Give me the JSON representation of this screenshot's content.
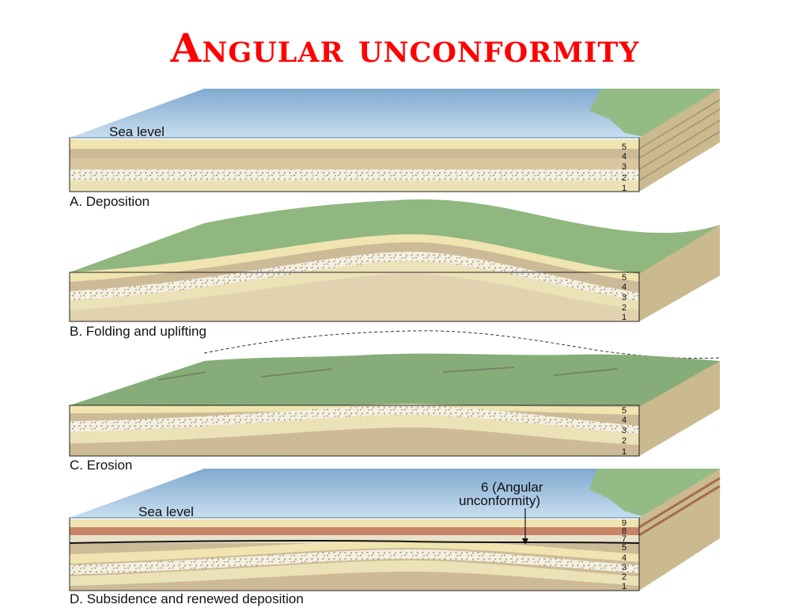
{
  "title": "Angular unconformity",
  "colors": {
    "title": "#ff0000",
    "sea": "#a9cbe6",
    "land": "#8fb77f",
    "layer_light": "#f0e4b0",
    "layer_tan": "#cdbb98",
    "layer_sand": "#e9e1c9",
    "layer_red": "#c8856a"
  },
  "panels": [
    {
      "caption": "A. Deposition",
      "sea_label": "Sea level",
      "layers": [
        "5",
        "4",
        "3",
        "2",
        "1"
      ]
    },
    {
      "caption": "B. Folding and uplifting",
      "layers": [
        "5",
        "4",
        "3",
        "2",
        "1"
      ]
    },
    {
      "caption": "C. Erosion",
      "layers": [
        "5",
        "4",
        "3",
        "2",
        "1"
      ]
    },
    {
      "caption": "D. Subsidence and renewed deposition",
      "sea_label": "Sea level",
      "annotation_line1": "6 (Angular",
      "annotation_line2": "unconformity)",
      "layers": [
        "9",
        "8",
        "7",
        "5",
        "4",
        "3",
        "2",
        "1"
      ]
    }
  ]
}
